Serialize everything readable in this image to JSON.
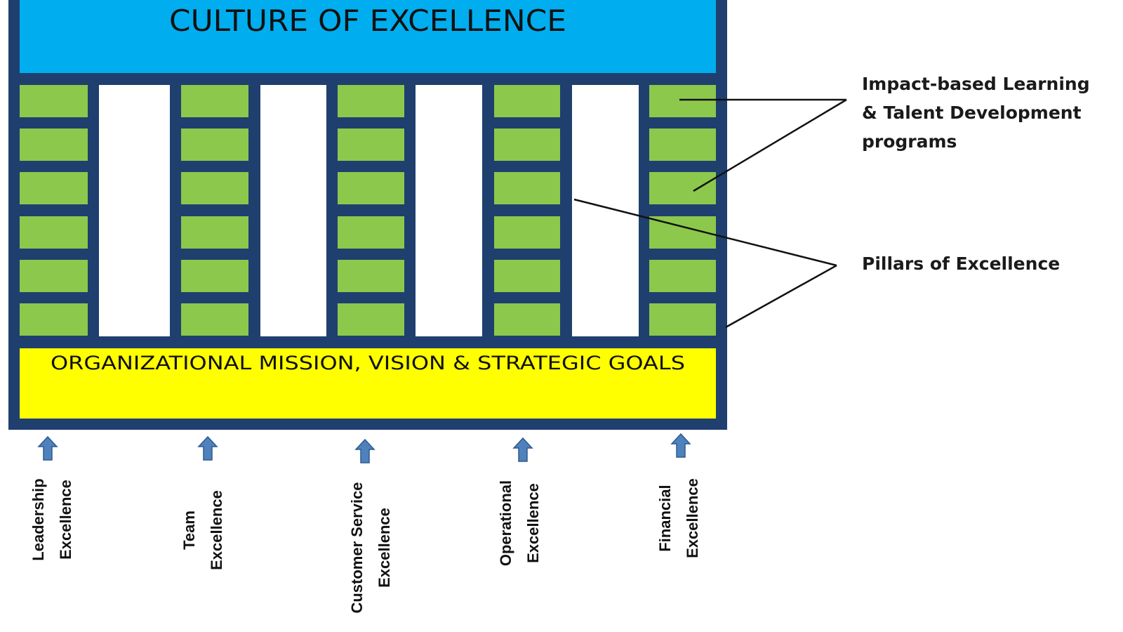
{
  "roof": {
    "label": "CULTURE OF EXCELLENCE"
  },
  "foundation": {
    "label": "ORGANIZATIONAL MISSION, VISION & STRATEGIC GOALS"
  },
  "callouts": {
    "programs": {
      "lines": [
        "Impact-based Learning",
        "& Talent Development",
        "programs"
      ]
    },
    "pillars": {
      "label": "Pillars of Excellence"
    }
  },
  "pillars": [
    {
      "lines": [
        "Leadership",
        "Excellence"
      ]
    },
    {
      "lines": [
        "Team",
        "Excellence"
      ]
    },
    {
      "lines": [
        "Customer Service",
        "Excellence"
      ]
    },
    {
      "lines": [
        "Operational",
        "Excellence"
      ]
    },
    {
      "lines": [
        "Financial",
        "Excellence"
      ]
    }
  ],
  "colors": {
    "frame": "#1f3f6f",
    "roof": "#00aeef",
    "foundation": "#ffff00",
    "brick": "#8cc84b",
    "arrow": "#4f81bd"
  }
}
